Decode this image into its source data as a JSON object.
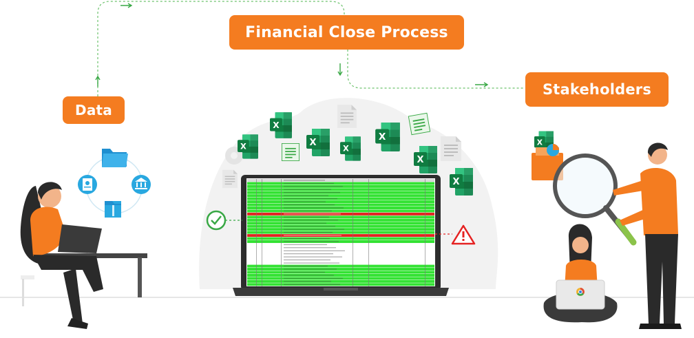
{
  "labels": {
    "title": "Financial Close Process",
    "data": "Data",
    "stakeholders": "Stakeholders"
  },
  "colors": {
    "accent": "#f47c20",
    "excel_green": "#1e7e45",
    "row_green": "#33e233",
    "row_red": "#e52222",
    "connector": "#6cc26c",
    "icon_blue": "#29a8e0"
  },
  "icons": [
    "folder-icon",
    "bank-icon",
    "zip-file-icon",
    "receipt-icon",
    "excel-file-icon",
    "document-icon",
    "check-circle-icon",
    "warning-icon",
    "magnifier-icon",
    "chrome-logo-icon"
  ]
}
